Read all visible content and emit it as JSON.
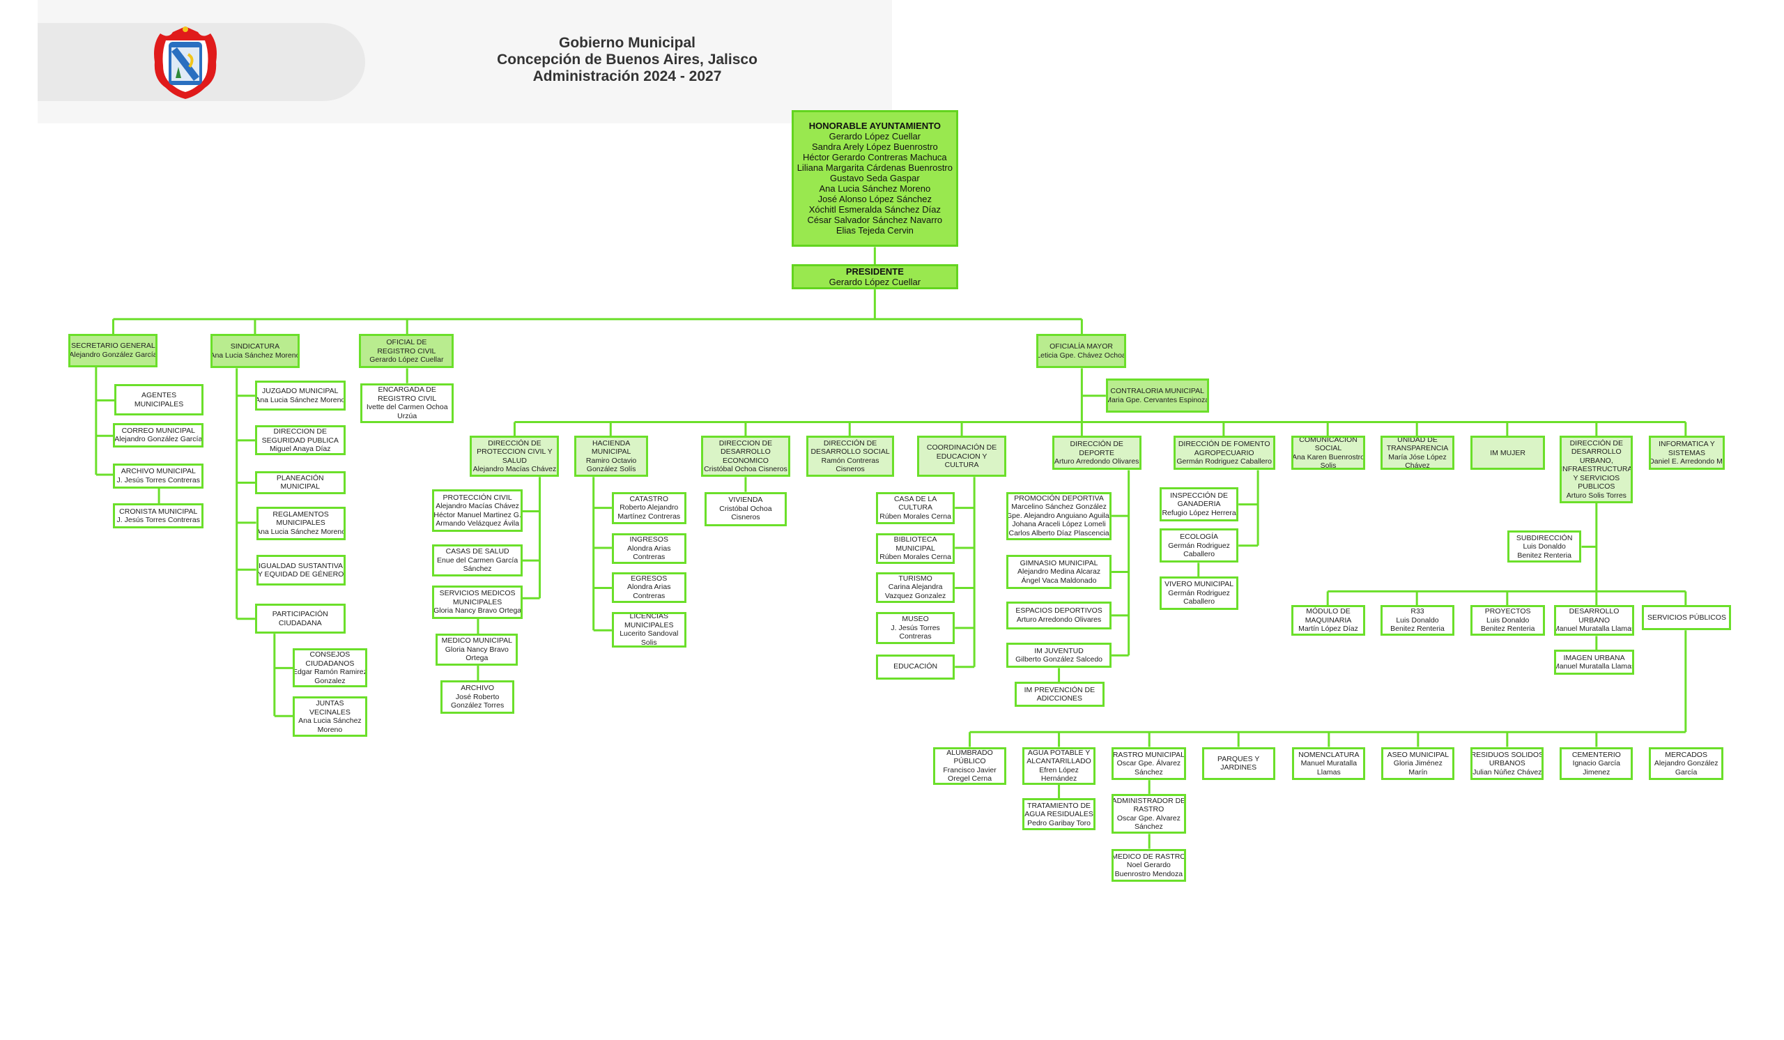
{
  "header": {
    "title_lines": [
      "Gobierno Municipal",
      "Concepción de Buenos Aires, Jalisco",
      "Administración 2024 - 2027"
    ],
    "logo_icon": "coat-of-arms"
  },
  "colors": {
    "connector": "#6bdf2a",
    "top_fill": "#99e84f",
    "level2_fill": "#b9ec8f",
    "dept_fill": "#daf4c6"
  },
  "boxes": {
    "honorable": {
      "lines": [
        "HONORABLE AYUNTAMIENTO",
        "Gerardo López Cuellar",
        "Sandra Arely López Buenrostro",
        "Héctor Gerardo Contreras Machuca",
        "Liliana Margarita Cárdenas Buenrostro",
        "Gustavo Seda Gaspar",
        "Ana Lucia Sánchez Moreno",
        "José Alonso López Sánchez",
        "Xóchitl Esmeralda Sánchez Díaz",
        "César Salvador Sánchez Navarro",
        "Elias Tejeda Cervin"
      ]
    },
    "presidente": {
      "lines": [
        "PRESIDENTE",
        "Gerardo López Cuellar"
      ]
    },
    "secretario": {
      "lines": [
        "SECRETARIO GENERAL",
        "Alejandro González García"
      ]
    },
    "agentes": {
      "lines": [
        "AGENTES",
        "MUNICIPALES"
      ]
    },
    "correo": {
      "lines": [
        "CORREO MUNICIPAL",
        "Alejandro González García"
      ]
    },
    "archivo_mun": {
      "lines": [
        "ARCHIVO   MUNICIPAL",
        "J. Jesús Torres Contreras"
      ]
    },
    "cronista": {
      "lines": [
        "CRONISTA MUNICIPAL",
        "J. Jesús Torres Contreras"
      ]
    },
    "sindicatura": {
      "lines": [
        "SINDICATURA",
        "Ana Lucia Sánchez Moreno"
      ]
    },
    "juzgado": {
      "lines": [
        "JUZGADO MUNICIPAL",
        "Ana Lucia Sánchez Moreno"
      ]
    },
    "seguridad": {
      "lines": [
        "DIRECCION DE",
        "SEGURIDAD PUBLICA",
        "Miguel Anaya Díaz"
      ]
    },
    "planeacion": {
      "lines": [
        "PLANEACIÓN",
        "MUNICIPAL"
      ]
    },
    "reglamentos": {
      "lines": [
        "REGLAMENTOS",
        "MUNICIPALES",
        "Ana Lucia Sánchez Moreno"
      ]
    },
    "igualdad": {
      "lines": [
        "IGUALDAD SUSTANTIVA",
        "Y EQUIDAD DE GÉNERO"
      ]
    },
    "participacion": {
      "lines": [
        "PARTICIPACIÓN",
        "CIUDADANA"
      ]
    },
    "consejos": {
      "lines": [
        "CONSEJOS",
        "CIUDADANOS",
        "Edgar Ramón Ramirez",
        "Gonzalez"
      ]
    },
    "juntas": {
      "lines": [
        "JUNTAS",
        "VECINALES",
        "Ana Lucia Sánchez",
        "Moreno"
      ]
    },
    "oficial_rc": {
      "lines": [
        "OFICIAL DE",
        "REGISTRO CIVIL",
        "Gerardo López Cuellar"
      ]
    },
    "encargada_rc": {
      "lines": [
        "ENCARGADA DE",
        "REGISTRO CIVIL",
        "Ivette del Carmen Ochoa",
        "Urzúa"
      ]
    },
    "oficialia": {
      "lines": [
        "OFICIALÍA MAYOR",
        "Leticia Gpe. Chávez Ochoa"
      ]
    },
    "contraloria": {
      "lines": [
        "CONTRALORIA MUNICIPAL",
        "Maria Gpe. Cervantes Espinoza"
      ]
    },
    "dir_proteccion": {
      "lines": [
        "DIRECCIÓN DE",
        "PROTECCION CIVIL Y",
        "SALUD",
        "Alejandro Macías Chávez"
      ]
    },
    "proteccion_civil": {
      "lines": [
        "PROTECCIÓN CIVIL",
        "Alejandro Macías Chávez",
        "Héctor Manuel Martinez G.",
        "Armando Velázquez Ávila"
      ]
    },
    "casas_salud": {
      "lines": [
        "CASAS DE SALUD",
        "Enue del Carmen García",
        "Sánchez"
      ]
    },
    "servicios_medicos": {
      "lines": [
        "SERVICIOS MEDICOS",
        "MUNICIPALES",
        "Gloria Nancy Bravo Ortega"
      ]
    },
    "medico_mun": {
      "lines": [
        "MEDICO MUNICIPAL",
        "Gloria Nancy Bravo",
        "Ortega"
      ]
    },
    "archivo_salud": {
      "lines": [
        "ARCHIVO",
        "José Roberto",
        "González Torres"
      ]
    },
    "hacienda": {
      "lines": [
        "HACIENDA",
        "MUNICIPAL",
        "Ramiro Octavio",
        "González Solís"
      ]
    },
    "catastro": {
      "lines": [
        "CATASTRO",
        "Roberto Alejandro",
        "Martínez Contreras"
      ]
    },
    "ingresos": {
      "lines": [
        "INGRESOS",
        "Alondra Arias",
        "Contreras"
      ]
    },
    "egresos": {
      "lines": [
        "EGRESOS",
        "Alondra Arias",
        "Contreras"
      ]
    },
    "licencias": {
      "lines": [
        "LICENCIAS",
        "MUNICIPALES",
        "Lucerito Sandoval",
        "Solis"
      ]
    },
    "des_economico": {
      "lines": [
        "DIRECCION DE",
        "DESARROLLO",
        "ECONOMICO",
        "Cristóbal Ochoa Cisneros"
      ]
    },
    "vivienda": {
      "lines": [
        "VIVIENDA",
        "Cristóbal Ochoa",
        "Cisneros"
      ]
    },
    "des_social": {
      "lines": [
        "DIRECCIÓN DE",
        "DESARROLLO  SOCIAL",
        "Ramón Contreras",
        "Cisneros"
      ]
    },
    "coord_educacion": {
      "lines": [
        "COORDINACIÓN DE",
        "EDUCACION Y",
        "CULTURA"
      ]
    },
    "casa_cultura": {
      "lines": [
        "CASA DE LA",
        "CULTURA",
        "Rúben Morales Cerna"
      ]
    },
    "biblioteca": {
      "lines": [
        "BIBLIOTECA",
        "MUNICIPAL",
        "Rúben Morales Cerna"
      ]
    },
    "turismo": {
      "lines": [
        "TURISMO",
        "Carina Alejandra",
        "Vazquez Gonzalez"
      ]
    },
    "museo": {
      "lines": [
        "MUSEO",
        "J. Jesús Torres",
        "Contreras"
      ]
    },
    "educacion": {
      "lines": [
        "EDUCACIÓN"
      ]
    },
    "deporte": {
      "lines": [
        "DIRECCIÓN DE",
        "DEPORTE",
        "Arturo Arredondo Olivares"
      ]
    },
    "promocion": {
      "lines": [
        "PROMOCIÓN DEPORTIVA",
        "Marcelino Sánchez González",
        "Gpe. Alejandro Anguiano Aguilar",
        "Johana Araceli López Lomeli",
        "Carlos Alberto Díaz Plascencia"
      ]
    },
    "gimnasio": {
      "lines": [
        "GIMNASIO MUNICIPAL",
        "Alejandro Medina Alcaraz",
        "Ángel Vaca Maldonado"
      ]
    },
    "espacios": {
      "lines": [
        "ESPACIOS DEPORTIVOS",
        "Arturo Arredondo Olivares"
      ]
    },
    "im_juventud": {
      "lines": [
        "IM JUVENTUD",
        "Gilberto González Salcedo"
      ]
    },
    "im_adicciones": {
      "lines": [
        "IM PREVENCIÓN DE",
        "ADICCIONES"
      ]
    },
    "fomento": {
      "lines": [
        "DIRECCIÓN DE FOMENTO",
        "AGROPECUARIO",
        "Germán Rodriguez Caballero"
      ]
    },
    "ganaderia": {
      "lines": [
        "INSPECCIÓN DE",
        "GANADERIA",
        "Refugio López Herrera"
      ]
    },
    "ecologia": {
      "lines": [
        "ECOLOGÍA",
        "Germán Rodriguez",
        "Caballero"
      ]
    },
    "vivero": {
      "lines": [
        "VIVERO MUNICIPAL",
        "Germán Rodriguez",
        "Caballero"
      ]
    },
    "comunicacion": {
      "lines": [
        "COMUNICACIÓN",
        "SOCIAL",
        "Ana Karen Buenrostro",
        "Solis"
      ]
    },
    "transparencia": {
      "lines": [
        "UNIDAD DE",
        "TRANSPARENCIA",
        "María Jóse López",
        "Chávez"
      ]
    },
    "im_mujer": {
      "lines": [
        "IM MUJER"
      ]
    },
    "ddu": {
      "lines": [
        "DIRECCIÓN DE",
        "DESARROLLO",
        "URBANO,",
        "INFRAESTRUCTURA",
        "Y SERVICIOS",
        "PUBLICOS",
        "Arturo Solis Torres"
      ]
    },
    "informatica": {
      "lines": [
        "INFORMATICA Y",
        "SISTEMAS",
        "Daniel E. Arredondo M."
      ]
    },
    "subdireccion": {
      "lines": [
        "SUBDIRECCIÓN",
        "Luis Donaldo",
        "Benitez Renteria"
      ]
    },
    "maquinaria": {
      "lines": [
        "MÓDULO DE",
        "MAQUINARIA",
        "Martín López Díaz"
      ]
    },
    "r33": {
      "lines": [
        "R33",
        "Luis Donaldo",
        "Benitez Renteria"
      ]
    },
    "proyectos": {
      "lines": [
        "PROYECTOS",
        "Luis Donaldo",
        "Benitez Renteria"
      ]
    },
    "des_urbano": {
      "lines": [
        "DESARROLLO",
        "URBANO",
        "Manuel Muratalla Llamas"
      ]
    },
    "imagen_urbana": {
      "lines": [
        "IMAGEN URBANA",
        "Manuel Muratalla Llamas"
      ]
    },
    "servicios_publicos": {
      "lines": [
        "SERVICIOS PÚBLICOS"
      ]
    },
    "alumbrado": {
      "lines": [
        "ALUMBRADO",
        "PÚBLICO",
        "Francisco Javier",
        "Oregel Cerna"
      ]
    },
    "agua": {
      "lines": [
        "AGUA POTABLE Y",
        "ALCANTARILLADO",
        "Efren López",
        "Hernández"
      ]
    },
    "tratamiento": {
      "lines": [
        "TRATAMIENTO DE",
        "AGUA RESIDUALES",
        "Pedro Garibay Toro"
      ]
    },
    "rastro": {
      "lines": [
        "RASTRO MUNICIPAL",
        "Oscar Gpe. Álvarez",
        "Sánchez"
      ]
    },
    "admin_rastro": {
      "lines": [
        "ADMINISTRADOR DE",
        "RASTRO",
        "Oscar Gpe. Alvarez",
        "Sánchez"
      ]
    },
    "medico_rastro": {
      "lines": [
        "MEDICO DE RASTRO",
        "Noel Gerardo",
        "Buenrostro Mendoza"
      ]
    },
    "parques": {
      "lines": [
        "PARQUES Y",
        "JARDINES"
      ]
    },
    "nomenclatura": {
      "lines": [
        "NOMENCLATURA",
        "Manuel Muratalla",
        "Llamas"
      ]
    },
    "aseo": {
      "lines": [
        "ASEO MUNICIPAL",
        "Gloria Jiménez",
        "Marín"
      ]
    },
    "residuos": {
      "lines": [
        "RESIDUOS SOLIDOS",
        "URBANOS",
        "Julian Núñez Chávez"
      ]
    },
    "cementerio": {
      "lines": [
        "CEMENTERIO",
        "Ignacio García",
        "Jimenez"
      ]
    },
    "mercados": {
      "lines": [
        "MERCADOS",
        "Alejandro González",
        "García"
      ]
    }
  }
}
